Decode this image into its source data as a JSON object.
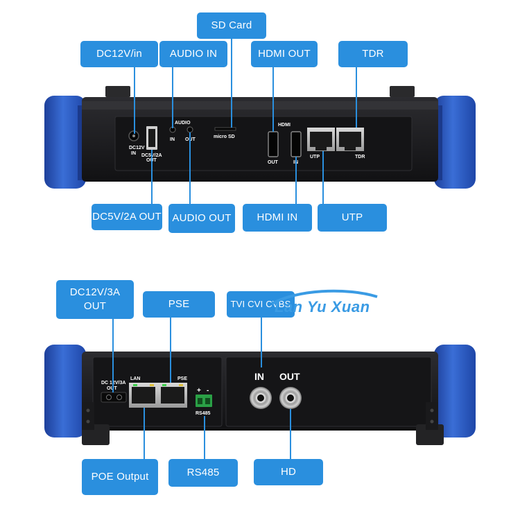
{
  "watermark": "Lan Yu Xuan",
  "top_panel": {
    "callouts": {
      "sd_card": "SD  Card",
      "dc12v_in": "DC12V/in",
      "audio_in": "AUDIO IN",
      "hdmi_out": "HDMI OUT",
      "tdr": "TDR",
      "dc5v_out": "DC5V/2A OUT",
      "audio_out": "AUDIO OUT",
      "hdmi_in": "HDMI IN",
      "utp": "UTP"
    },
    "silkscreen": {
      "dc12v": "DC12V",
      "in1": "IN",
      "dc5v": "DC5V/2A",
      "out1": "OUT",
      "audio": "AUDIO",
      "audio_in": "IN",
      "audio_out": "OUT",
      "microsd": "micro SD",
      "hdmi": "HDMI",
      "hdmi_out": "OUT",
      "hdmi_in": "IN",
      "utp": "UTP",
      "tdr": "TDR"
    }
  },
  "bottom_panel": {
    "callouts": {
      "dc12v_3a_out_line1": "DC12V/3A",
      "dc12v_3a_out_line2": "OUT",
      "pse": "PSE",
      "tvi_cvi_cvbs": "TVI CVI CVBS",
      "poe_output": "POE Output",
      "rs485": "RS485",
      "hd": "HD"
    },
    "silkscreen": {
      "dc12v_3a": "DC 12V/3A",
      "out": "OUT",
      "lan": "LAN",
      "pse": "PSE",
      "plus": "+",
      "minus": "-",
      "rs485": "RS485",
      "bnc_in": "IN",
      "bnc_out": "OUT"
    }
  },
  "colors": {
    "callout_blue": "#2a8fde",
    "bumper_blue": "#2f5fc4",
    "panel_black": "#1a1a1c"
  }
}
